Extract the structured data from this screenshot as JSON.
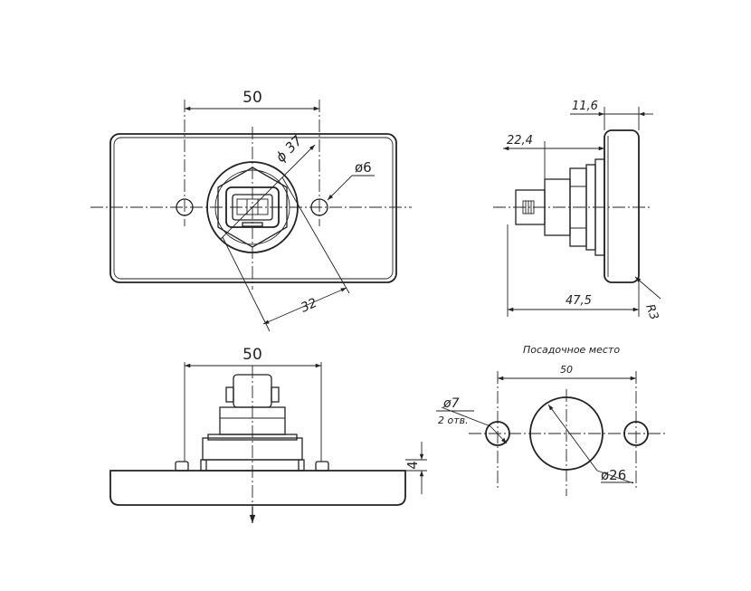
{
  "dimensions": {
    "front_width": "50",
    "front_diameter_large": "ϕ 37",
    "front_hole_diameter": "ø6",
    "front_diag": "32",
    "side_flange_thickness": "11,6",
    "side_body_length": "22,4",
    "side_total_length": "47,5",
    "side_radius": "R3",
    "bottom_width": "50",
    "bottom_flange_height": "4",
    "mount_width": "50",
    "mount_hole_diameter": "ø7",
    "mount_hole_count": "2 отв.",
    "mount_cutout_diameter": "ø26"
  },
  "labels": {
    "mounting_title": "Посадочное место"
  }
}
